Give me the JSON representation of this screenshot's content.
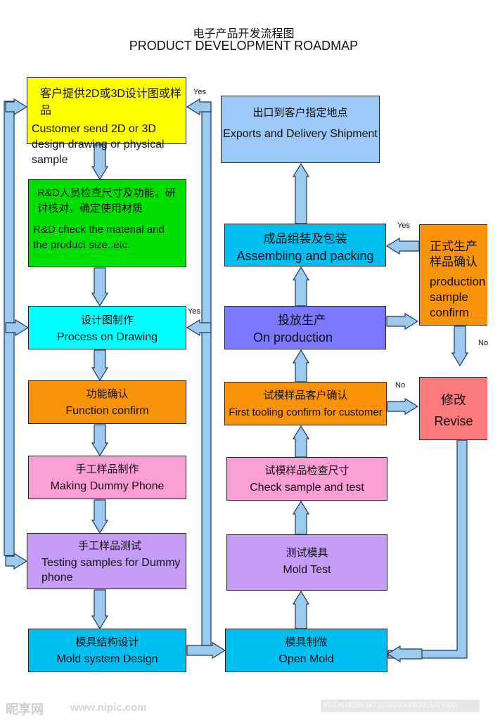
{
  "title": {
    "zh": "电子产品开发流程图",
    "en": "PRODUCT DEVELOPMENT ROADMAP"
  },
  "colors": {
    "arrow_fill": "#9cc9ee",
    "arrow_stroke": "#1f3a5c",
    "yellow": "#ffff00",
    "green": "#00e000",
    "cyan": "#00ffff",
    "orange": "#f7930a",
    "pink": "#fa9ed6",
    "lavender": "#c79cf7",
    "sky": "#00bff0",
    "light_blue": "#9cc9f5",
    "periwinkle": "#7b78ff",
    "salmon": "#fa7b7b"
  },
  "steps": {
    "customer_send": {
      "zh": "客户提供2D或3D设计图或样品",
      "en": "Customer send 2D or 3D design drawing or physical sample"
    },
    "rd_check": {
      "zh": "R&D人员检查尺寸及功能，研讨核对，确定使用材质",
      "en": "R&D check the material and the product size..etc."
    },
    "process_drawing": {
      "zh": "设计图制作",
      "en": "Process on Drawing"
    },
    "function_confirm": {
      "zh": "功能确认",
      "en": "Function confirm"
    },
    "making_dummy": {
      "zh": "手工样品制作",
      "en": "Making Dummy Phone"
    },
    "testing_dummy": {
      "zh": "手工样品测试",
      "en": "Testing samples for Dummy phone"
    },
    "mold_design": {
      "zh": "模具结构设计",
      "en": "Mold system Design"
    },
    "open_mold": {
      "zh": "模具制做",
      "en": "Open Mold"
    },
    "mold_test": {
      "zh": "测试模具",
      "en": "Mold Test"
    },
    "check_sample": {
      "zh": "试模样品检查尺寸",
      "en": "Check sample and test"
    },
    "first_tooling": {
      "zh": "试模样品客户确认",
      "en": "First tooling confirm for customer"
    },
    "on_production": {
      "zh": "投放生产",
      "en": "On production"
    },
    "assembling": {
      "zh": "成品组装及包装",
      "en": "Assembling and packing"
    },
    "exports": {
      "zh": "出口到客户指定地点",
      "en": "Exports and Delivery Shipment"
    },
    "production_sample": {
      "zh": "正式生产样品确认",
      "en": "production sample confirm"
    },
    "revise": {
      "zh": "修改",
      "en": "Revise"
    }
  },
  "labels": {
    "yes_top": "Yes",
    "yes_mid": "Yes",
    "yes_right": "Yes",
    "no_revise": "No",
    "no_right": "No"
  },
  "watermark": {
    "brand": "昵享网",
    "url": "www.nipic.com",
    "id": "ID:23676259 NO:20160830093915227000"
  }
}
